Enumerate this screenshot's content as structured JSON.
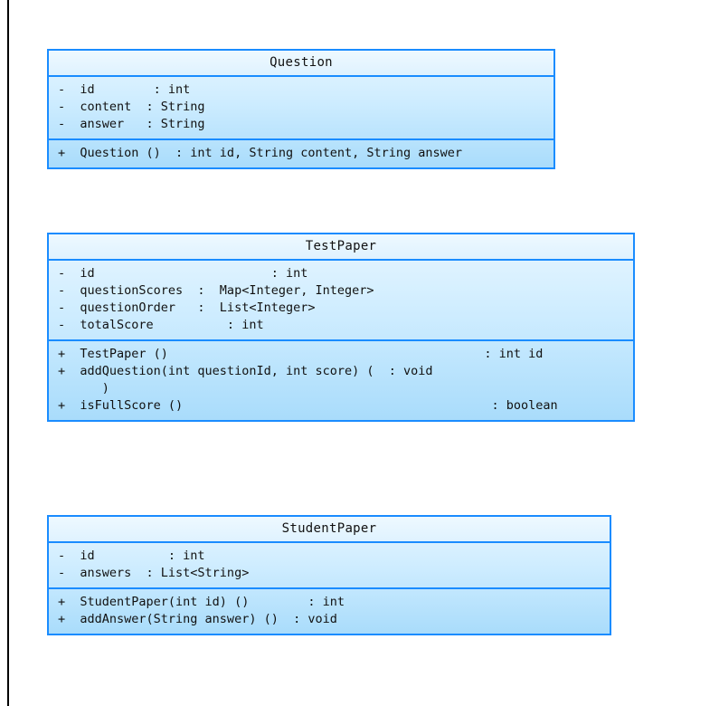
{
  "diagram": {
    "type": "uml-class-diagram",
    "background_color": "#ffffff",
    "border_color": "#1a8cff",
    "fill_color_top": "#e7f6ff",
    "fill_color_bottom": "#a9dcfb",
    "text_color": "#111111",
    "page_rule_color": "#000000",
    "classes": [
      {
        "name": "Question",
        "attributes": [
          "-  id        : int",
          "-  content  : String",
          "-  answer   : String"
        ],
        "operations": [
          "+  Question ()  : int id, String content, String answer"
        ]
      },
      {
        "name": "TestPaper",
        "attributes": [
          "-  id                        : int",
          "-  questionScores  :  Map<Integer, Integer>",
          "-  questionOrder   :  List<Integer>",
          "-  totalScore          : int"
        ],
        "operations": [
          "+  TestPaper ()                                           : int id",
          "+  addQuestion(int questionId, int score) (  : void",
          "      )",
          "+  isFullScore ()                                          : boolean"
        ]
      },
      {
        "name": "StudentPaper",
        "attributes": [
          "-  id          : int",
          "-  answers  : List<String>"
        ],
        "operations": [
          "+  StudentPaper(int id) ()        : int",
          "+  addAnswer(String answer) ()  : void"
        ]
      }
    ]
  }
}
